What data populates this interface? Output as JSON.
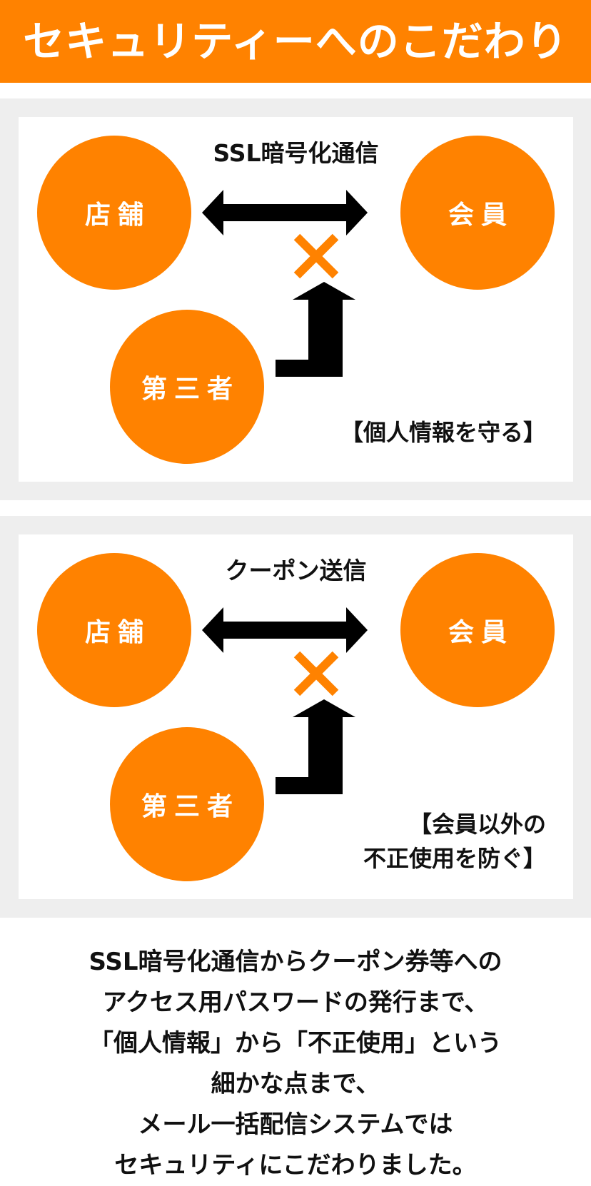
{
  "header": {
    "title": "セキュリティーへのこだわり"
  },
  "diagrams": [
    {
      "caption": "SSL暗号化通信",
      "store": "店舗",
      "member": "会員",
      "third_party": "第三者",
      "note_lines": [
        "【個人情報を守る】"
      ]
    },
    {
      "caption": "クーポン送信",
      "store": "店舗",
      "member": "会員",
      "third_party": "第三者",
      "note_lines": [
        "【会員以外の",
        "不正使用を防ぐ】"
      ]
    }
  ],
  "footer": {
    "lines": [
      "SSL暗号化通信からクーポン券等への",
      "アクセス用パスワードの発行まで、",
      "「個人情報」から「不正使用」という",
      "細かな点まで、",
      "メール一括配信システムでは",
      "セキュリティにこだわりました。"
    ]
  },
  "colors": {
    "accent": "#ff8200",
    "panel": "#eeeeee",
    "arrow": "#000000"
  }
}
